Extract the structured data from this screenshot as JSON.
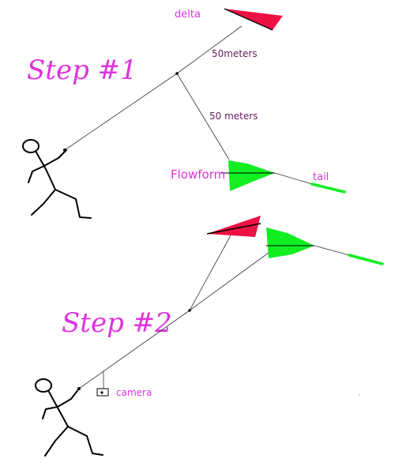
{
  "labels": {
    "delta": "delta",
    "dist_upper": "50meters",
    "dist_lower": "50 meters",
    "flowform": "Flowform",
    "tail": "tail",
    "step1": "Step #1",
    "step2": "Step #2",
    "camera": "camera"
  },
  "colors": {
    "background": "#ffffff",
    "label_magenta": "#dd33dd",
    "label_purple": "#661a5e",
    "delta_kite": "#ee1144",
    "flowform_kite": "#11ee22",
    "line": "#333333",
    "figure": "#000000"
  }
}
